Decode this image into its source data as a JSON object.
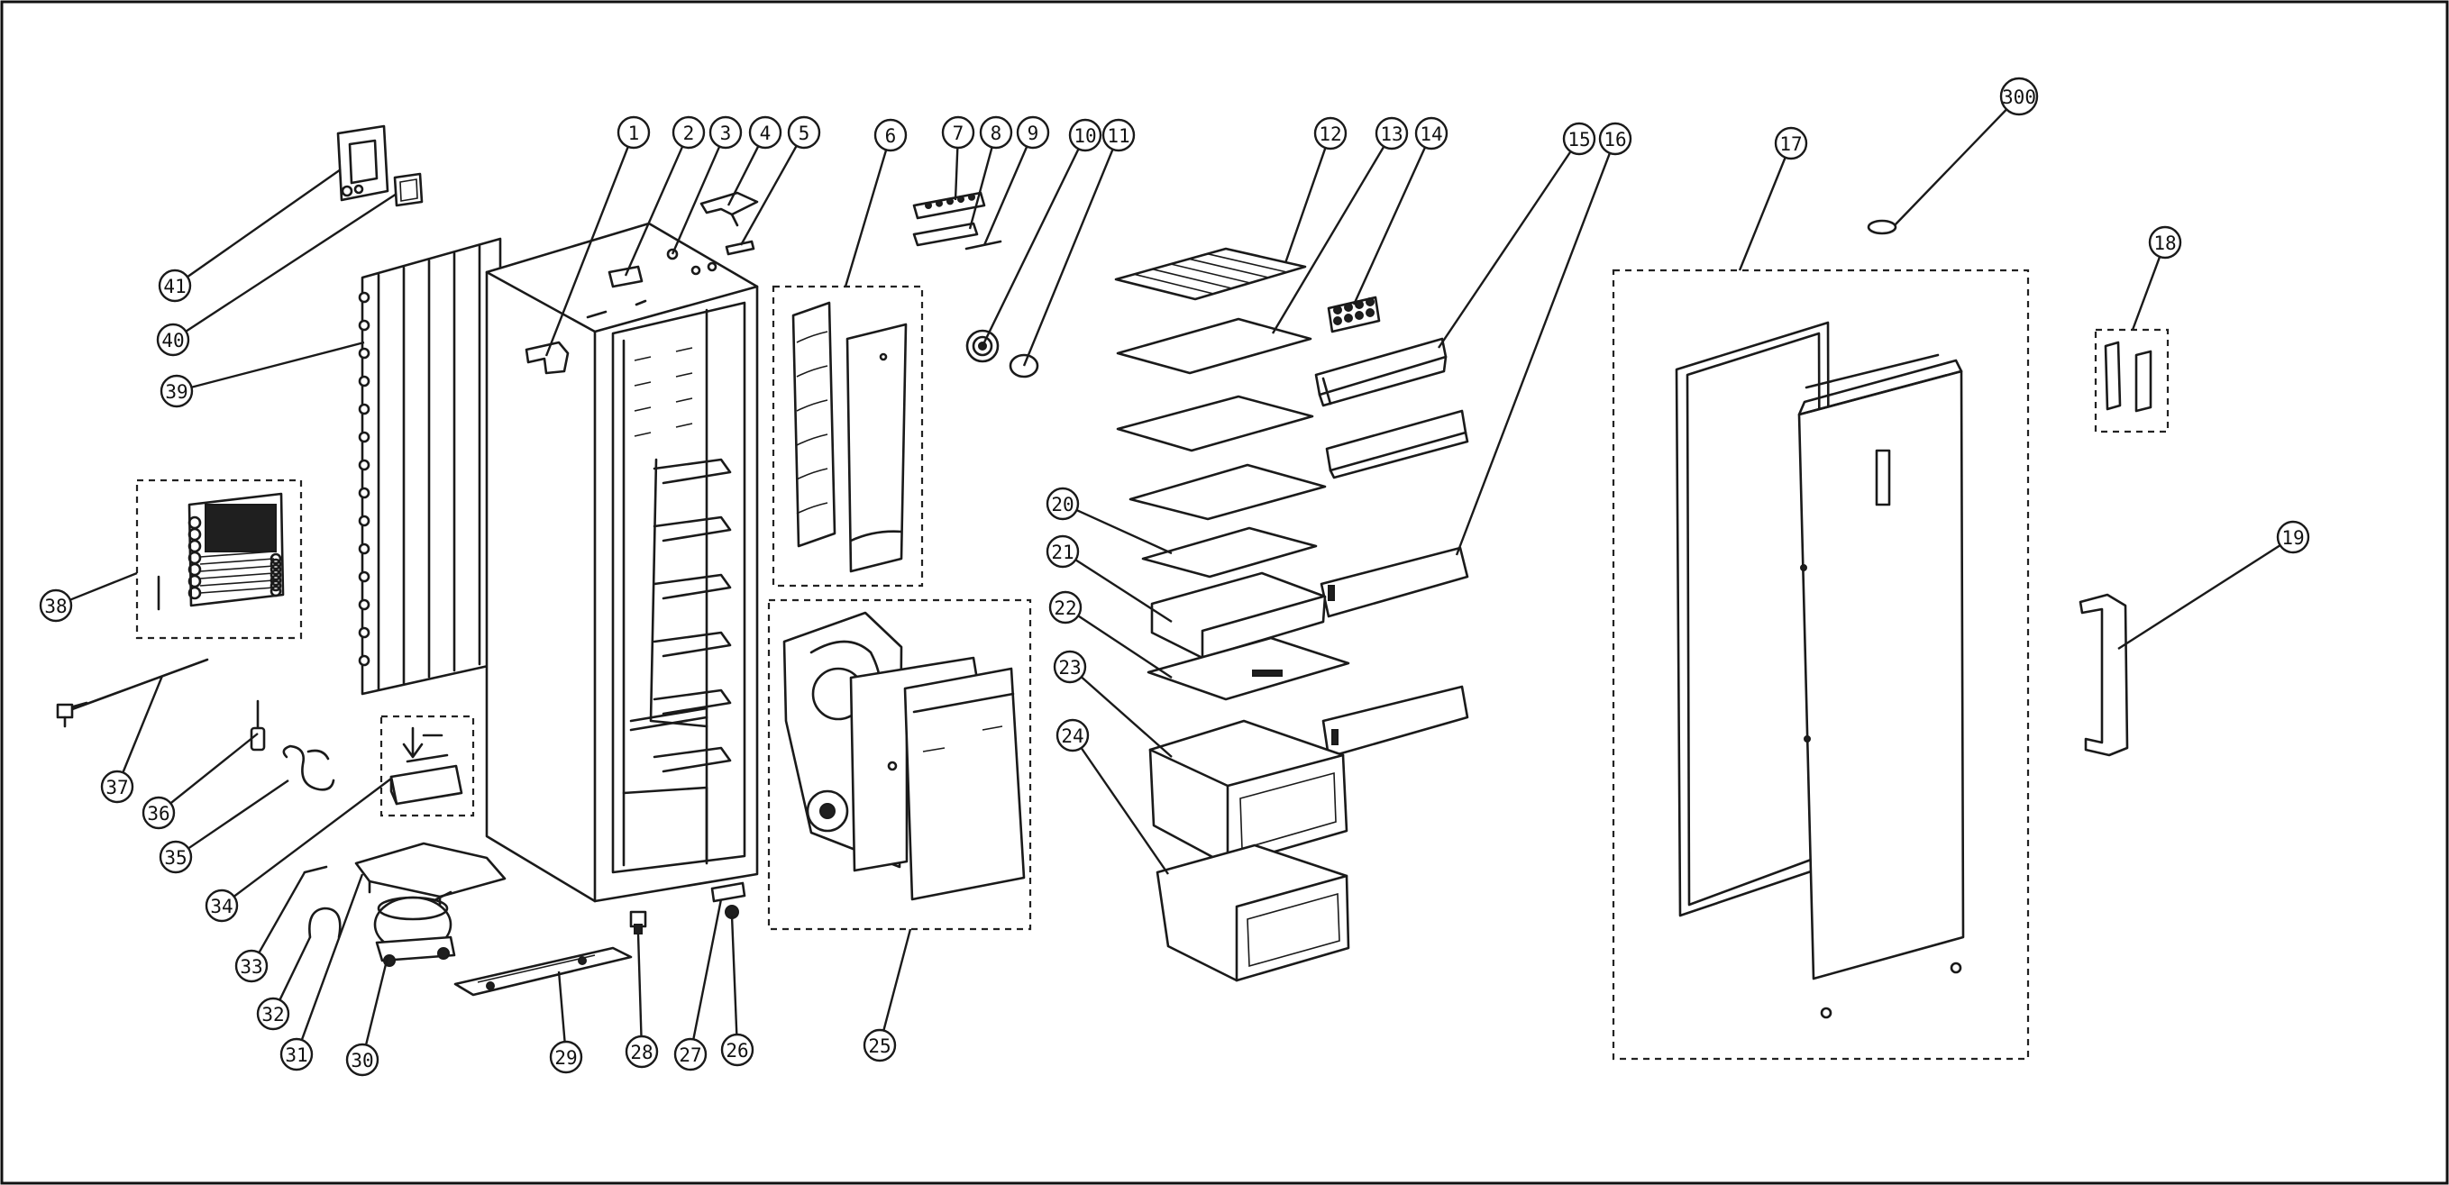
{
  "diagram": {
    "colors": {
      "line": "#1a1a1a",
      "background": "#ffffff",
      "shade": "#cfcfcf"
    },
    "callouts": [
      {
        "id": "c1",
        "label": "1"
      },
      {
        "id": "c2",
        "label": "2"
      },
      {
        "id": "c3",
        "label": "3"
      },
      {
        "id": "c4",
        "label": "4"
      },
      {
        "id": "c5",
        "label": "5"
      },
      {
        "id": "c6",
        "label": "6"
      },
      {
        "id": "c7",
        "label": "7"
      },
      {
        "id": "c8",
        "label": "8"
      },
      {
        "id": "c9",
        "label": "9"
      },
      {
        "id": "c10",
        "label": "10"
      },
      {
        "id": "c11",
        "label": "11"
      },
      {
        "id": "c12",
        "label": "12"
      },
      {
        "id": "c13",
        "label": "13"
      },
      {
        "id": "c14",
        "label": "14"
      },
      {
        "id": "c15",
        "label": "15"
      },
      {
        "id": "c16",
        "label": "16"
      },
      {
        "id": "c17",
        "label": "17"
      },
      {
        "id": "c18",
        "label": "18"
      },
      {
        "id": "c19",
        "label": "19"
      },
      {
        "id": "c20",
        "label": "20"
      },
      {
        "id": "c21",
        "label": "21"
      },
      {
        "id": "c22",
        "label": "22"
      },
      {
        "id": "c23",
        "label": "23"
      },
      {
        "id": "c24",
        "label": "24"
      },
      {
        "id": "c25",
        "label": "25"
      },
      {
        "id": "c26",
        "label": "26"
      },
      {
        "id": "c27",
        "label": "27"
      },
      {
        "id": "c28",
        "label": "28"
      },
      {
        "id": "c29",
        "label": "29"
      },
      {
        "id": "c30",
        "label": "30"
      },
      {
        "id": "c31",
        "label": "31"
      },
      {
        "id": "c32",
        "label": "32"
      },
      {
        "id": "c33",
        "label": "33"
      },
      {
        "id": "c34",
        "label": "34"
      },
      {
        "id": "c35",
        "label": "35"
      },
      {
        "id": "c36",
        "label": "36"
      },
      {
        "id": "c37",
        "label": "37"
      },
      {
        "id": "c38",
        "label": "38"
      },
      {
        "id": "c39",
        "label": "39"
      },
      {
        "id": "c40",
        "label": "40"
      },
      {
        "id": "c41",
        "label": "41"
      },
      {
        "id": "c300",
        "label": "300"
      }
    ]
  }
}
